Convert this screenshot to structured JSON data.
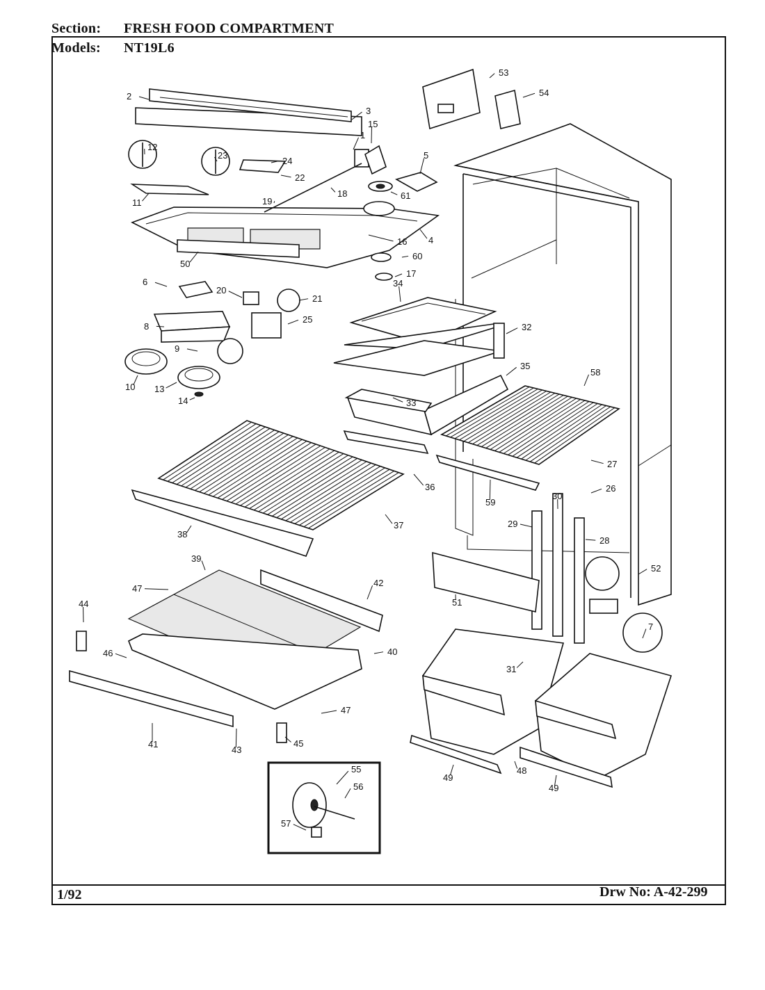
{
  "header": {
    "section_key": "Section:",
    "section_value": "FRESH FOOD COMPARTMENT",
    "models_key": "Models:",
    "models_value": "NT19L6"
  },
  "footer": {
    "date": "1/92",
    "drawing_number": "Drw No: A-42-299"
  },
  "callouts": [
    "1",
    "2",
    "3",
    "4",
    "5",
    "6",
    "7",
    "8",
    "9",
    "10",
    "11",
    "12",
    "13",
    "14",
    "15",
    "16",
    "17",
    "18",
    "19",
    "20",
    "21",
    "22",
    "23",
    "24",
    "25",
    "26",
    "27",
    "28",
    "29",
    "30",
    "31",
    "32",
    "33",
    "34",
    "35",
    "36",
    "37",
    "38",
    "39",
    "40",
    "41",
    "42",
    "43",
    "44",
    "45",
    "46",
    "47",
    "47",
    "48",
    "49",
    "49",
    "50",
    "51",
    "52",
    "53",
    "54",
    "55",
    "56",
    "57",
    "58",
    "59",
    "60",
    "61"
  ]
}
